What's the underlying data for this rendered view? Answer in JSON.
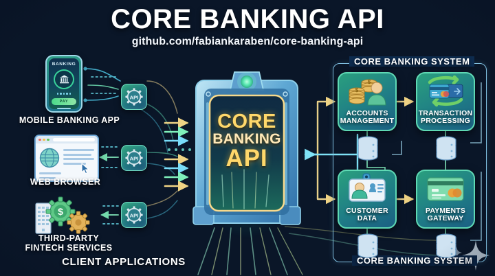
{
  "header": {
    "title": "CORE BANKING API",
    "subtitle": "github.com/fabiankaraben/core-banking-api"
  },
  "gateway": {
    "line1": "CORE",
    "line2": "BANKING",
    "line3": "API",
    "name": "core-banking-api-gateway"
  },
  "client_section": {
    "label": "CLIENT APPLICATIONS",
    "items": [
      {
        "id": "mobile-banking-app",
        "label": "MOBILE BANKING APP",
        "screen_title": "BANKING",
        "button_label": "PAY",
        "icon": "bank-building-icon",
        "api_badge": "API"
      },
      {
        "id": "web-browser",
        "label": "WEB BROWSER",
        "icon": "globe-icon",
        "api_badge": "API"
      },
      {
        "id": "third-party-fintech-services",
        "label": "THIRD-PARTY\nFINTECH SERVICES",
        "icon": "gear-dollar-icon",
        "api_badge": "API"
      }
    ]
  },
  "backend_section": {
    "title_top": "CORE BANKING SYSTEM",
    "title_bottom": "CORE BANKING SYSTEM",
    "cards": [
      {
        "id": "accounts-management",
        "label": "ACCOUNTS\nMANAGEMENT",
        "icon": "coins-person-icon",
        "database": "database-cylinder"
      },
      {
        "id": "transaction-processing",
        "label": "TRANSACTION\nPROCESSING",
        "icon": "credit-cards-cycle-icon",
        "database": "database-cylinder"
      },
      {
        "id": "customer-data",
        "label": "CUSTOMER\nDATA",
        "icon": "id-badge-icon",
        "database": "database-cylinder"
      },
      {
        "id": "payments-gateway",
        "label": "PAYMENTS\nGATEWAY",
        "icon": "credit-card-icon",
        "database": "database-cylinder"
      }
    ]
  },
  "colors": {
    "background_navy": "#0c2243",
    "background_teal": "#1d8f8a",
    "accent_gold": "#ffd86b",
    "accent_green": "#5fd9b4",
    "accent_cyan": "#38c6f4",
    "card_border": "#5fd9b4",
    "group_border": "#7fbfe0",
    "text_white": "#ffffff"
  }
}
